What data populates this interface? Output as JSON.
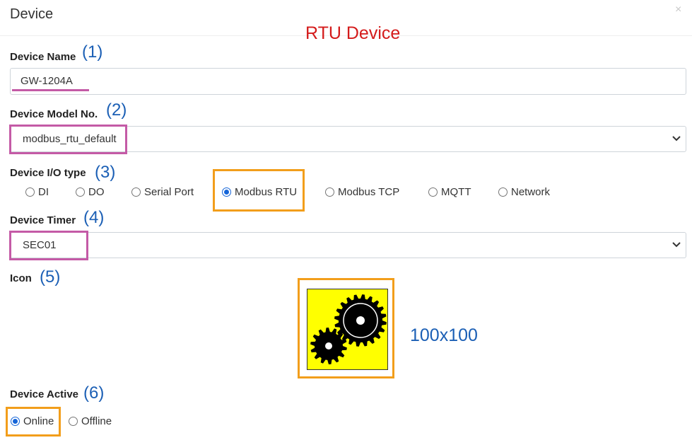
{
  "modal": {
    "title": "Device",
    "close_glyph": "×"
  },
  "annotation_title": "RTU Device",
  "device_name": {
    "label": "Device Name",
    "num": "(1)",
    "value": "GW-1204A"
  },
  "device_model": {
    "label": "Device Model No.",
    "num": "(2)",
    "value": "modbus_rtu_default"
  },
  "io_type": {
    "label": "Device I/O type",
    "num": "(3)",
    "options": [
      "DI",
      "DO",
      "Serial Port",
      "Modbus RTU",
      "Modbus TCP",
      "MQTT",
      "Network"
    ],
    "selected": "Modbus RTU"
  },
  "device_timer": {
    "label": "Device Timer",
    "num": "(4)",
    "value": "SEC01"
  },
  "icon": {
    "label": "Icon",
    "num": "(5)",
    "size_text": "100x100",
    "icon_name": "gears-icon",
    "tile_color": "#ffff00"
  },
  "device_active": {
    "label": "Device Active",
    "num": "(6)",
    "options": [
      "Online",
      "Offline"
    ],
    "selected": "Online"
  },
  "colors": {
    "annotation_red": "#d41b1b",
    "annotation_blue": "#1b5fb5",
    "highlight_magenta": "#c45aa6",
    "highlight_orange": "#f29e1b",
    "radio_blue": "#1565d8"
  }
}
